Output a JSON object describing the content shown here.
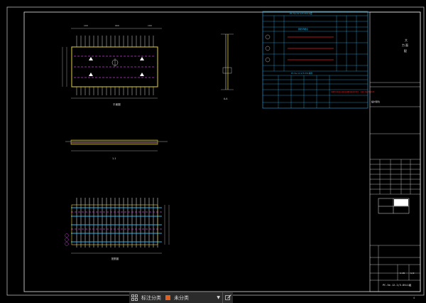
{
  "title_block": {
    "company_lines": [
      "大",
      "力",
      "面",
      "配"
    ],
    "project_label": "設計單位",
    "drawing_number": "PC-5e-12-2/3-DVL1組",
    "scale": "1:25",
    "sheet": "1/2",
    "page_corner": "4"
  },
  "views": {
    "plan_caption": "平面圖",
    "section_aa_caption": "A-A",
    "section_11_caption": "1-1",
    "rebar_caption": "配筋圖"
  },
  "table": {
    "header": "PC-5e-12-2/3-DVL1組",
    "sub_header": "鋼筋明細表",
    "mid_header": "PC-5e-12-2/3-DVL構件",
    "note": "本構件按照設計圖紙及相關規範要求製作，混凝土強度等級C40"
  },
  "statusbar": {
    "annotate_label": "标注分类",
    "category_label": "未分类"
  },
  "colors": {
    "frame": "#e6e6e6",
    "cyan": "#2ab0e8",
    "magenta": "#c33dd8",
    "yellow": "#e6d23a",
    "red": "#e02020"
  }
}
